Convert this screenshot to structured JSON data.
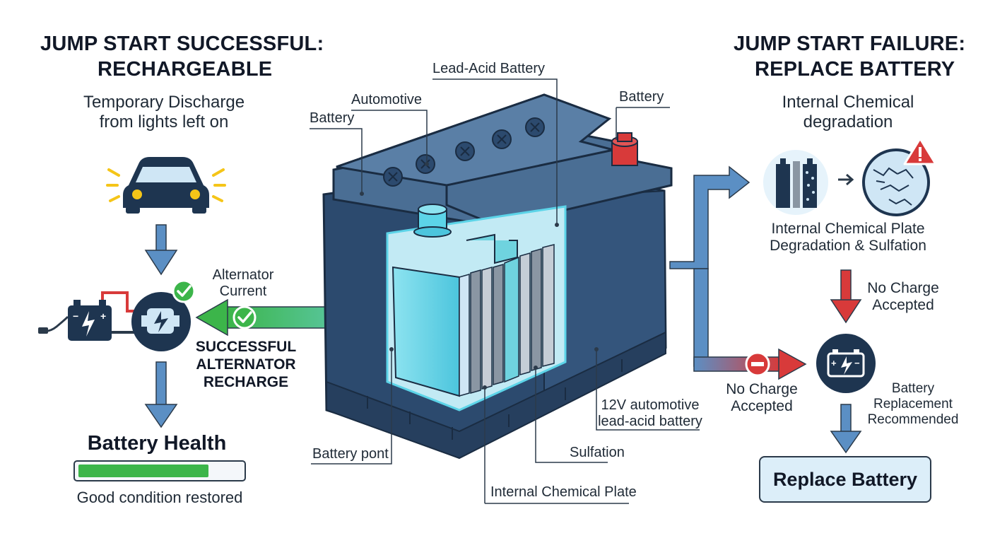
{
  "left": {
    "title_line1": "JUMP START SUCCESSFUL:",
    "title_line2": "RECHARGEABLE",
    "cause_line1": "Temporary Discharge",
    "cause_line2": "from lights left on",
    "alternator_line1": "Alternator",
    "alternator_line2": "Current",
    "recharge_line1": "SUCCESSFUL",
    "recharge_line2": "ALTERNATOR",
    "recharge_line3": "RECHARGE",
    "health_title": "Battery Health",
    "health_level": 0.8,
    "health_caption": "Good condition restored"
  },
  "center": {
    "label_lead_acid": "Lead-Acid Battery",
    "label_automotive": "Automotive",
    "label_battery_left": "Battery",
    "label_battery_right": "Battery",
    "label_12v_line1": "12V automotive",
    "label_12v_line2": "lead-acid battery",
    "label_sulfation": "Sulfation",
    "label_battery_pont": "Battery pont",
    "label_internal_plate": "Internal Chemical Plate"
  },
  "right": {
    "title_line1": "JUMP START FAILURE:",
    "title_line2": "REPLACE BATTERY",
    "cause_line1": "Internal Chemical",
    "cause_line2": "degradation",
    "plate_line1": "Internal Chemical Plate",
    "plate_line2": "Degradation & Sulfation",
    "no_charge_top_line1": "No Charge",
    "no_charge_top_line2": "Accepted",
    "no_charge_left_line1": "No Charge",
    "no_charge_left_line2": "Accepted",
    "recommend_line1": "Battery",
    "recommend_line2": "Replacement",
    "recommend_line3": "Recommended",
    "replace_button": "Replace Battery"
  },
  "colors": {
    "navy": "#1e3550",
    "arrow_blue": "#5b8fc4",
    "cyan": "#5cd4e8",
    "success_green": "#3cb54a",
    "alert_red": "#d83a3a",
    "warning_yellow": "#f5c518"
  }
}
